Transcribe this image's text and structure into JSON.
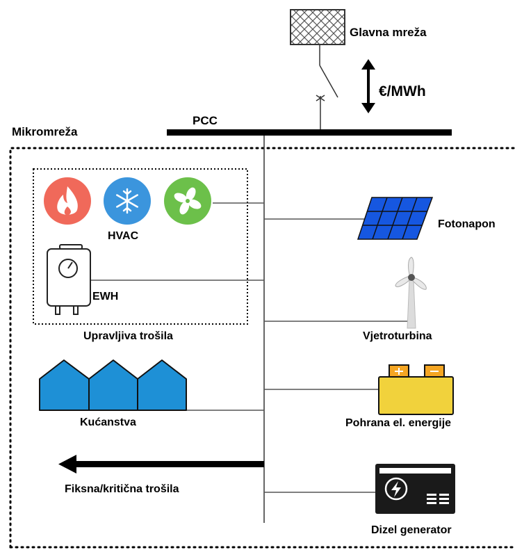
{
  "grid": {
    "label": "Glavna mreža",
    "price_label": "€/MWh",
    "pcc_label": "PCC"
  },
  "microgrid": {
    "label": "Mikromreža",
    "controllable_loads": {
      "label": "Upravljiva trošila",
      "hvac_label": "HVAC",
      "ewh_label": "EWH",
      "icons": [
        "heating-icon",
        "cooling-icon",
        "fan-icon",
        "water-heater-icon"
      ],
      "colors": {
        "heating": "#f0695a",
        "cooling": "#3b95dd",
        "fan": "#6cc04a"
      }
    },
    "households": {
      "label": "Kućanstva",
      "color": "#1e90d6"
    },
    "critical_loads": {
      "label": "Fiksna/kritična trošila"
    },
    "sources": {
      "pv": {
        "label": "Fotonapon",
        "color": "#1657e0"
      },
      "wind": {
        "label": "Vjetroturbina"
      },
      "storage": {
        "label": "Pohrana el. energije",
        "color": "#f1d23c",
        "terminal_color": "#f5a623"
      },
      "diesel": {
        "label": "Dizel generator"
      }
    }
  }
}
